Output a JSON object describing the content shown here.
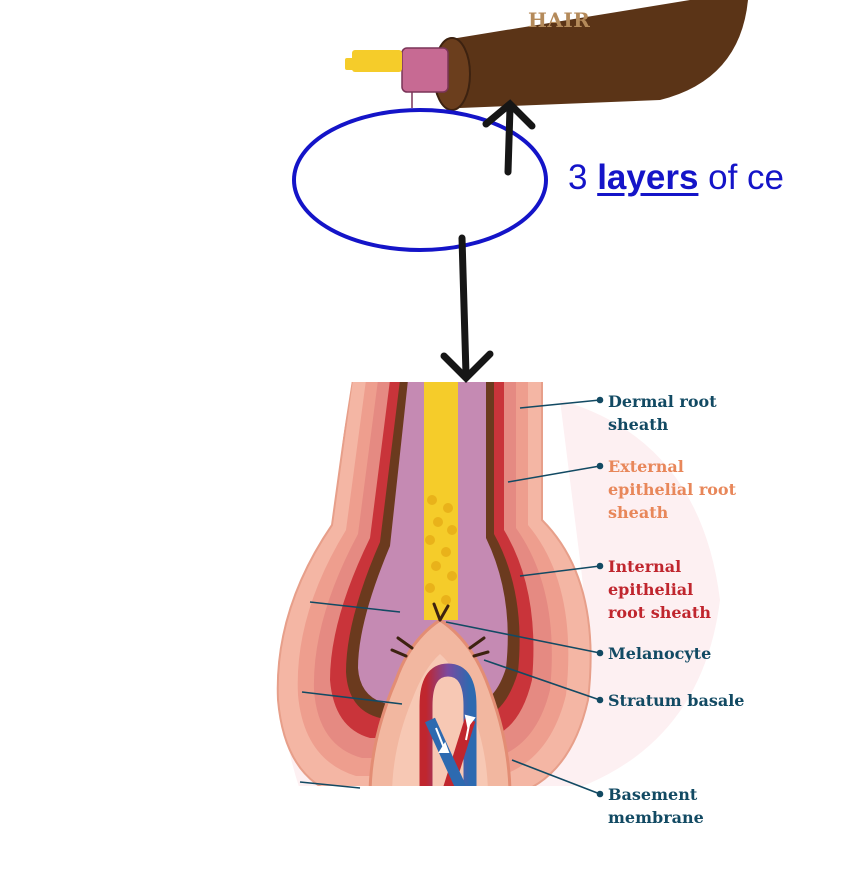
{
  "hair_label": "HAIR",
  "note": {
    "prefix": "3 ",
    "keyword": "layers",
    "suffix": " of ce"
  },
  "labels": [
    {
      "id": "dermal",
      "text": "Dermal root\nsheath",
      "color": "#124a63"
    },
    {
      "id": "external",
      "text": "External\nepithelial root\nsheath",
      "color": "#e8875a"
    },
    {
      "id": "internal",
      "text": "Internal\nepithelial\nroot sheath",
      "color": "#c0262e"
    },
    {
      "id": "melanocyte",
      "text": "Melanocyte",
      "color": "#124a63"
    },
    {
      "id": "stratum",
      "text": "Stratum basale",
      "color": "#124a63"
    },
    {
      "id": "basement",
      "text": "Basement\nmembrane",
      "color": "#124a63"
    }
  ],
  "colors": {
    "hair_shaft": "#5b3417",
    "annotation_blue": "#1414c8",
    "annotation_black": "#161616",
    "leader": "#124a63"
  }
}
